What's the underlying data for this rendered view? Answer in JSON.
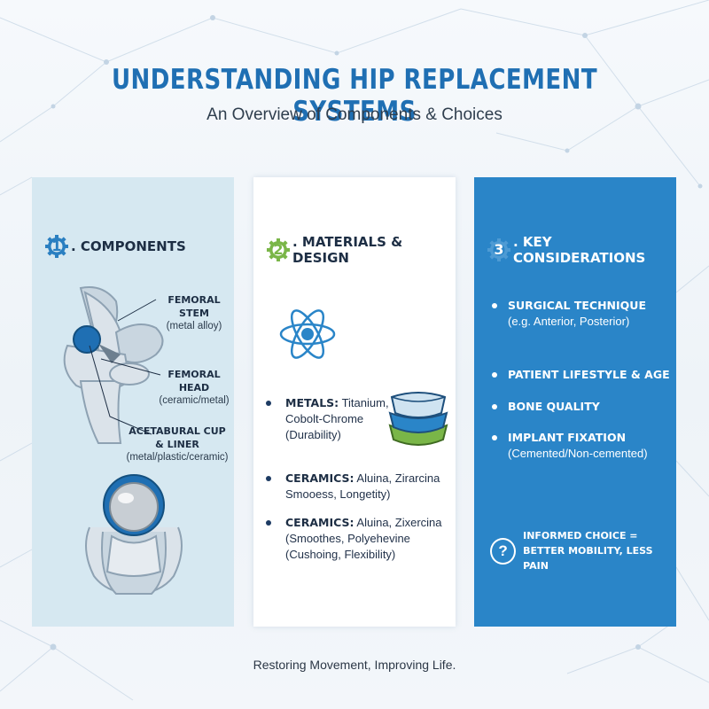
{
  "header": {
    "title": "UNDERSTANDING HIP REPLACEMENT SYSTEMS",
    "subtitle": "An Overview of Components & Choices"
  },
  "panels": {
    "components": {
      "number": "1",
      "title": ". COMPONENTS",
      "labels": [
        {
          "name": "FEMORAL STEM",
          "detail": "(metal alloy)"
        },
        {
          "name": "FEMORAL HEAD",
          "detail": "(ceramic/metal)"
        },
        {
          "name": "ACETABURAL CUP\n& LINER",
          "detail": "(metal/plastic/ceramic)"
        }
      ]
    },
    "materials": {
      "number": "2",
      "title": ". MATERIALS & DESIGN",
      "items": [
        {
          "heading": "METALS:",
          "line1": "Titanium,",
          "line2": "Cobolt-Chrome",
          "line3": "(Durability)"
        },
        {
          "heading": "CERAMICS:",
          "line1": "Aluina, Zirarcina",
          "line2": "Smooess, Longetity)",
          "line3": ""
        },
        {
          "heading": "CERAMICS:",
          "line1": "Aluina, Zixercina",
          "line2": "(Smoothes, Polyehevine",
          "line3": "(Cushoing, Flexibility)"
        }
      ]
    },
    "considerations": {
      "number": "3",
      "title": ". KEY CONSIDERATIONS",
      "items": [
        {
          "heading": "SURGICAL TECHNIQUE",
          "detail": "(e.g. Anterior, Posterior)"
        },
        {
          "heading": "PATIENT LIFESTYLE & AGE",
          "detail": ""
        },
        {
          "heading": "BONE QUALITY",
          "detail": ""
        },
        {
          "heading": "IMPLANT FIXATION",
          "detail": "(Cemented/Non-cemented)"
        }
      ],
      "callout_line1": "INFORMED CHOICE =",
      "callout_line2": "BETTER MOBILITY, LESS PAIN"
    }
  },
  "footer": "Restoring Movement, Improving Life.",
  "colors": {
    "title_blue": "#1f6fb3",
    "accent_green": "#7ab648",
    "panel_blue": "#2a85c8",
    "panel_light": "#d6e8f1"
  },
  "icons": [
    "gear-icon",
    "atom-icon",
    "layers-icon",
    "question-icon"
  ]
}
